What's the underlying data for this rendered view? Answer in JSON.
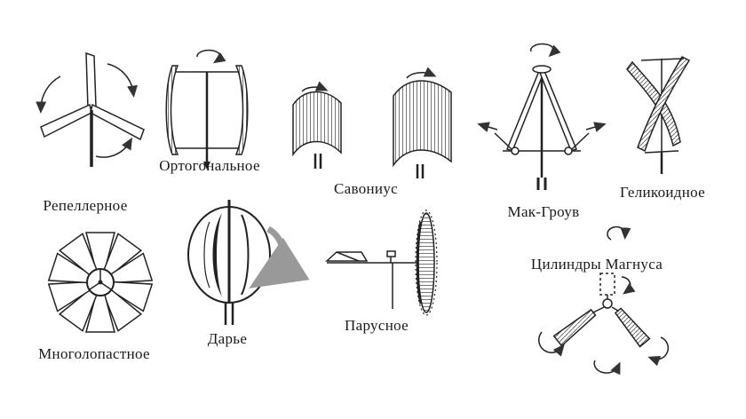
{
  "diagram": {
    "description": "Types of wind turbines (line diagram)",
    "items": [
      {
        "id": "repeller",
        "label": "Репеллерное"
      },
      {
        "id": "orthogonal",
        "label": "Ортогональное"
      },
      {
        "id": "savonius",
        "label": "Савониус"
      },
      {
        "id": "mac-grove",
        "label": "Мак-Гроув"
      },
      {
        "id": "helicoidal",
        "label": "Геликоидное"
      },
      {
        "id": "multiblade",
        "label": "Многолопастное"
      },
      {
        "id": "darrieus",
        "label": "Дарье"
      },
      {
        "id": "sail",
        "label": "Парусное"
      },
      {
        "id": "magnus",
        "label": "Цилиндры Магнуса"
      }
    ],
    "colors": {
      "line": "#222222",
      "gray_arrow": "#999999",
      "background": "#ffffff"
    }
  }
}
